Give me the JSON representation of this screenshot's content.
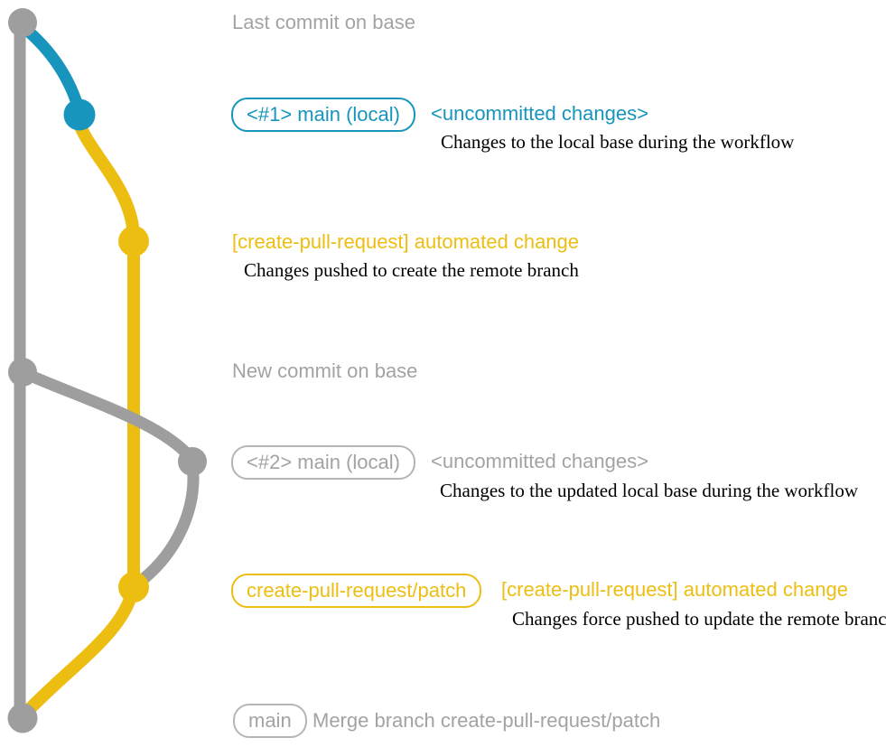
{
  "colors": {
    "background": "#ffffff",
    "graph_gray": "#9e9e9e",
    "text_gray": "#a3a3a3",
    "badge_border_gray": "#b5b5b5",
    "blue": "#1795bd",
    "yellow": "#edbe12",
    "desc_text": "#000000"
  },
  "rows": {
    "last_commit": {
      "label": "Last commit on base"
    },
    "commit_1": {
      "badge": "<#1> main (local)",
      "title": "<uncommitted changes>",
      "description": "Changes to the local base during the workflow"
    },
    "commit_2": {
      "title": "[create-pull-request] automated change",
      "description": "Changes pushed to create the remote branch"
    },
    "new_commit": {
      "label": "New commit on base"
    },
    "commit_3": {
      "badge": "<#2> main (local)",
      "title": "<uncommitted changes>",
      "description": "Changes to the updated local base during the workflow"
    },
    "commit_4": {
      "badge": "create-pull-request/patch",
      "title": "[create-pull-request] automated change",
      "description": "Changes force pushed to update the remote branch"
    },
    "merge_commit": {
      "badge": "main",
      "title": "Merge branch create-pull-request/patch"
    }
  }
}
